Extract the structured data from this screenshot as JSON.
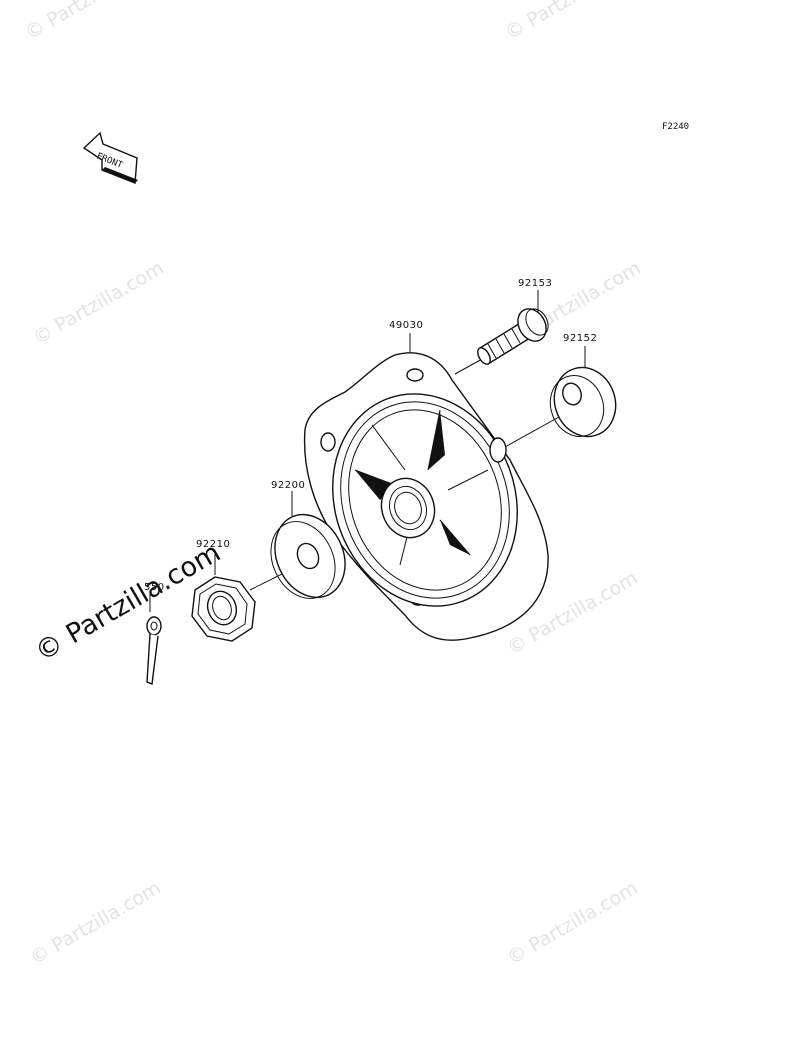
{
  "diagram": {
    "ref_code": "F2240",
    "front_arrow_text": "FRONT",
    "watermark_text": "© Partzilla.com",
    "parts": [
      {
        "id": "hub",
        "number": "49030"
      },
      {
        "id": "bolt",
        "number": "92153"
      },
      {
        "id": "oil-seal",
        "number": "92152"
      },
      {
        "id": "washer",
        "number": "92200"
      },
      {
        "id": "nut",
        "number": "92210"
      },
      {
        "id": "cotter-pin",
        "number": "550"
      }
    ]
  }
}
